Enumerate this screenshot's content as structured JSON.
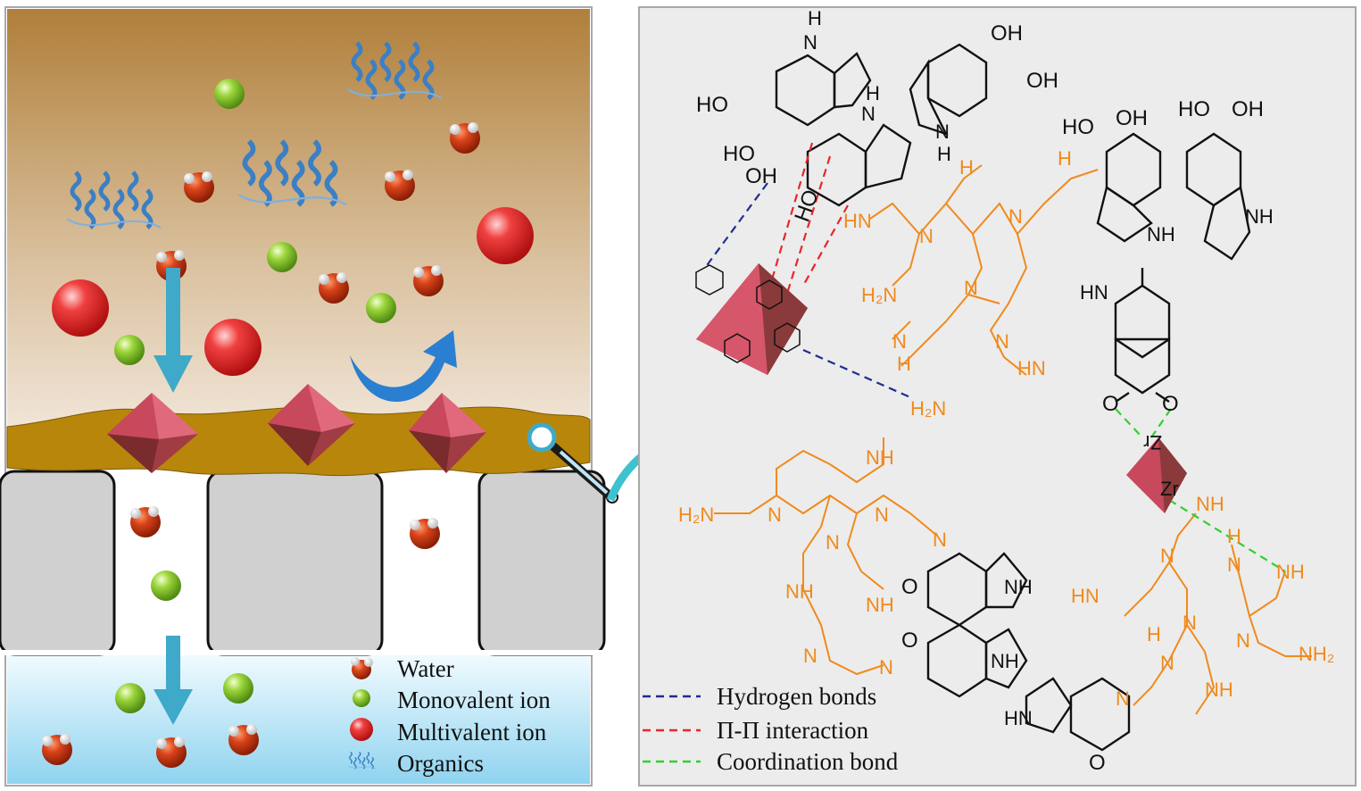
{
  "left_panel": {
    "legend": {
      "water": "Water",
      "monovalent_ion": "Monovalent ion",
      "multivalent_ion": "Multivalent ion",
      "organics": "Organics"
    },
    "colors": {
      "feed_top": "#b07f3a",
      "feed_bottom": "#f4ebe0",
      "permeate": "#9fdaf1",
      "membrane_layer": "#b8860b",
      "support": "#cfcfcf",
      "water_molecule": "#c23a12",
      "monovalent": "#8cc63f",
      "multivalent": "#e3262a",
      "organics": "#3b7fc4",
      "flow_arrow": "#3fa9c9",
      "reject_arrow": "#2a7fd0",
      "mof": "#c8485c"
    },
    "icons": [
      "magnifier-icon",
      "down-arrow-icon",
      "rejection-arrow-icon"
    ]
  },
  "right_panel": {
    "legend": {
      "hydrogen_bonds": "Hydrogen bonds",
      "pi_pi": "Π-Π interaction",
      "coordination": "Coordination bond"
    },
    "colors": {
      "hydrogen_bonds": "#1f2e8f",
      "pi_pi": "#e8262a",
      "coordination": "#2fd12f",
      "polymer": "#f08a1c",
      "polydopamine": "#111111",
      "zr_node": "#c8485c"
    },
    "labels": {
      "OH": "OH",
      "HO": "HO",
      "H": "H",
      "N": "N",
      "NH": "NH",
      "HN": "HN",
      "H2N": "H₂N",
      "NH2": "NH₂",
      "O": "O",
      "Zr": "Zr",
      "HOOC": "HO",
      "COOH": "OH"
    }
  }
}
